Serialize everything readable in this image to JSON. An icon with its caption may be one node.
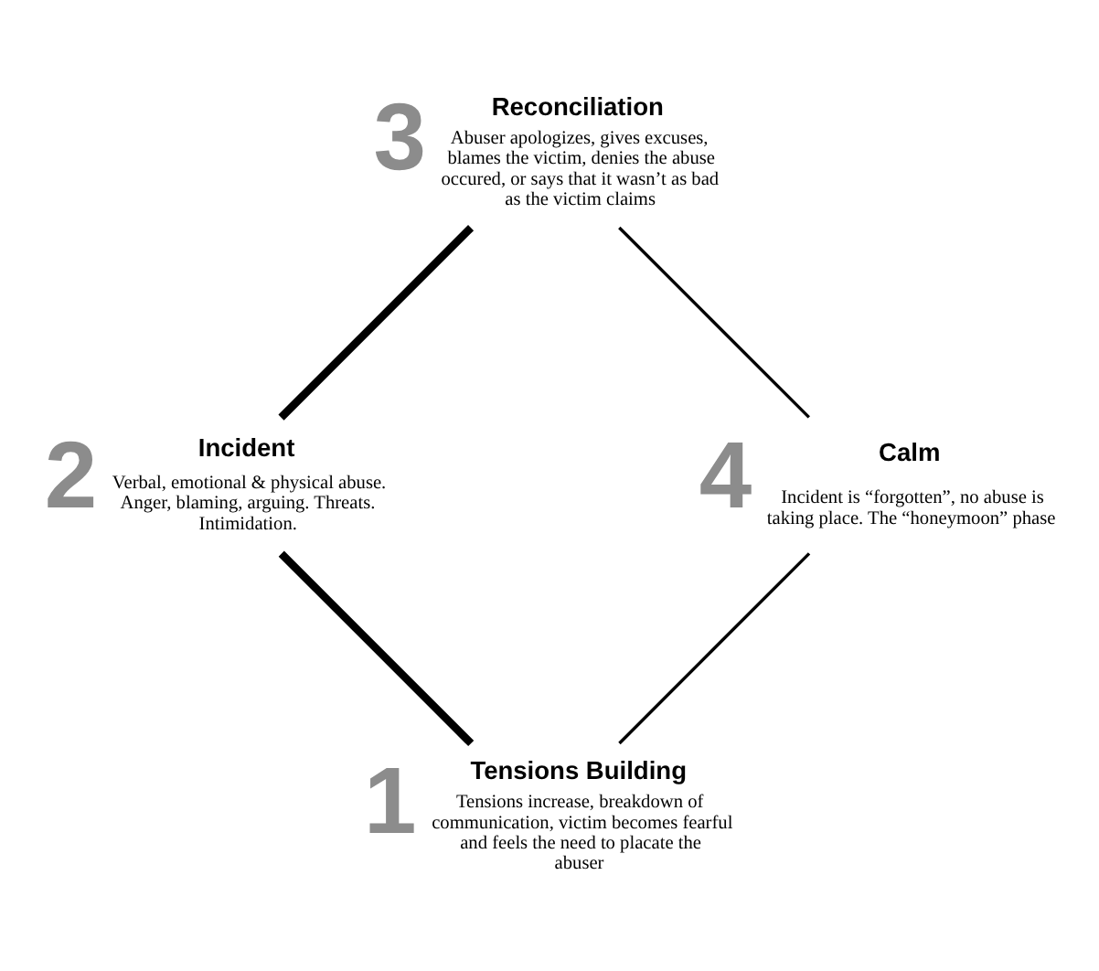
{
  "diagram": {
    "nodes": [
      {
        "text": [
          "Tensions Building",
          "Tensions increase, breakdown of communication, victim becomes fearful and feels the need to placate the abuser"
        ],
        "beside": [
          "1"
        ]
      },
      {
        "text": [
          "Incident",
          "Verbal, emotional & physical abuse. Anger, blaming, arguing. Threats. Intimidation."
        ],
        "beside": [
          "2"
        ]
      },
      {
        "text": [
          "Reconciliation",
          "Abuser apologizes, gives excuses, blames the victim, denies the abuse occured, or says that it wasn’t as bad as the victim claims"
        ],
        "beside": [
          "3"
        ]
      },
      {
        "text": [
          "Calm",
          "Incident is “forgotten”, no abuse is taking place. The “honeymoon” phase"
        ],
        "beside": [
          "4"
        ]
      }
    ],
    "edges": [
      {
        "from": 0,
        "to": 1,
        "arrow": "none",
        "style": "thick"
      },
      {
        "from": 1,
        "to": 2,
        "arrow": "none",
        "style": "thick"
      },
      {
        "from": 2,
        "to": 3,
        "arrow": "none"
      },
      {
        "from": 3,
        "to": 0,
        "arrow": "none"
      }
    ]
  }
}
